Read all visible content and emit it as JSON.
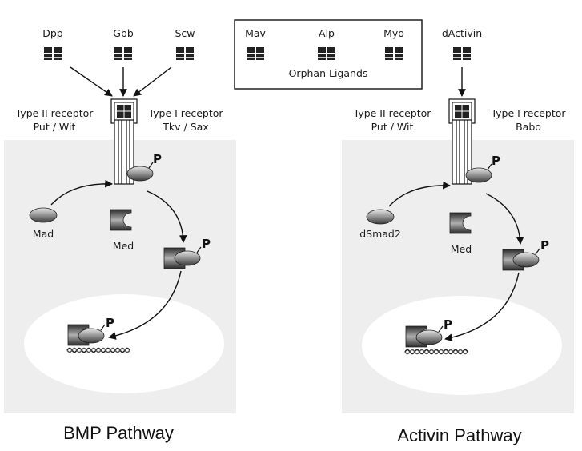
{
  "ligands_left": [
    "Dpp",
    "Gbb",
    "Scw"
  ],
  "orphan_ligands": {
    "names": [
      "Mav",
      "Alp",
      "Myo"
    ],
    "caption": "Orphan Ligands"
  },
  "ligand_right": "dActivin",
  "bmp": {
    "type2_line1": "Type II receptor",
    "type2_line2": "Put / Wit",
    "type1_line1": "Type I receptor",
    "type1_line2": "Tkv / Sax",
    "smad": "Mad",
    "med": "Med",
    "title": "BMP Pathway"
  },
  "activin": {
    "type2_line1": "Type II receptor",
    "type2_line2": "Put  / Wit",
    "type1_line1": "Type I receptor",
    "type1_line2": "Babo",
    "smad": "dSmad2",
    "med": "Med",
    "title": "Activin Pathway"
  },
  "phospho_label": "P"
}
